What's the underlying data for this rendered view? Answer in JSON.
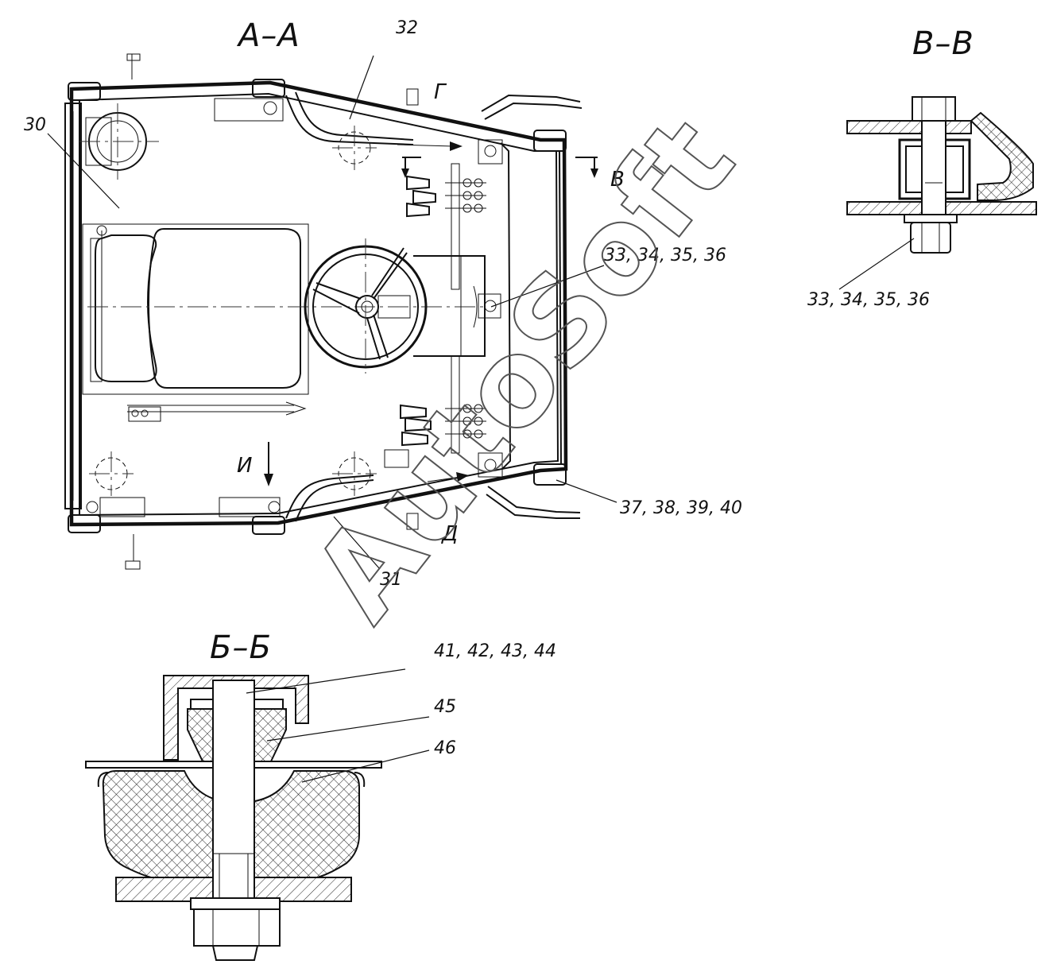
{
  "sections": {
    "aa": "А–А",
    "bb": "Б–Б",
    "vv": "В–В"
  },
  "callouts": {
    "c30": "30",
    "c31": "31",
    "c32": "32",
    "c33_36": "33, 34, 35, 36",
    "c33_36_detail": "33, 34, 35, 36",
    "c37_40": "37, 38, 39, 40",
    "c41_44": "41, 42, 43, 44",
    "c45": "45",
    "c46": "46"
  },
  "view_arrows": {
    "g": "Г",
    "v": "В",
    "i": "И",
    "d": "Д"
  },
  "watermark": "AutoSoft"
}
